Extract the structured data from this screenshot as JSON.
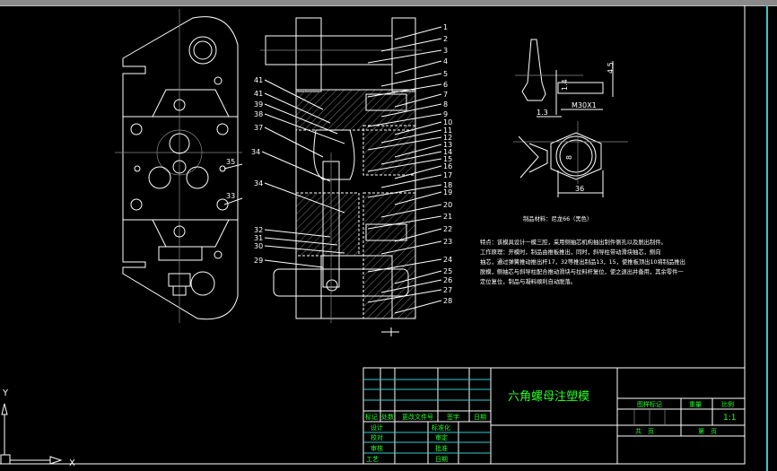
{
  "drawing": {
    "title": "六角螺母注塑模",
    "scale": "1:1",
    "material": "制品材料：尼龙66（黑色）",
    "notes": [
      "特点：该模具设计一模三腔，采用侧抽芯机构抽出制件侧孔以及脱出制件。",
      "工作原理：开模时，制品由推板推出，同时，斜导柱带动滑块抽芯，侧向",
      "抽芯，通过弹簧推动推出杆17，32等推出制品13，15，使推板顶出10将制品推出",
      "脱模，侧抽芯与斜导柱配合推动滑块与拉料杆复位，使之退出并备用，其余零件一",
      "定位复位，制品与凝料顺利自动脱落。"
    ],
    "dimensions": [
      "1.4",
      "4.5",
      "M30X1",
      "1.3",
      "36",
      "8"
    ],
    "callouts_right": [
      "1",
      "2",
      "3",
      "4",
      "5",
      "6",
      "7",
      "8",
      "9",
      "10",
      "11",
      "12",
      "13",
      "14",
      "15",
      "16",
      "17",
      "18",
      "19",
      "20",
      "21",
      "22",
      "23",
      "24",
      "25",
      "26",
      "27",
      "28"
    ],
    "callouts_left": [
      "41",
      "41",
      "39",
      "38",
      "37",
      "34",
      "35",
      "34",
      "33",
      "32",
      "31",
      "30",
      "29"
    ]
  },
  "title_block": {
    "revision_headers": [
      "标记",
      "处数",
      "更改文件号",
      "签字",
      "日期"
    ],
    "sign_rows": [
      {
        "left": "设计",
        "right": "标准化"
      },
      {
        "left": "校对",
        "right": "审定"
      },
      {
        "left": "审核",
        "right": "批准"
      },
      {
        "left": "工艺",
        "right": "日期"
      }
    ],
    "drawing_mark_label": "图样标记",
    "weight_label": "重量",
    "scale_label": "比例",
    "sheet_total_label": "共　页",
    "sheet_no_label": "第　页"
  },
  "ucs": {
    "x_label": "X",
    "y_label": "Y"
  }
}
